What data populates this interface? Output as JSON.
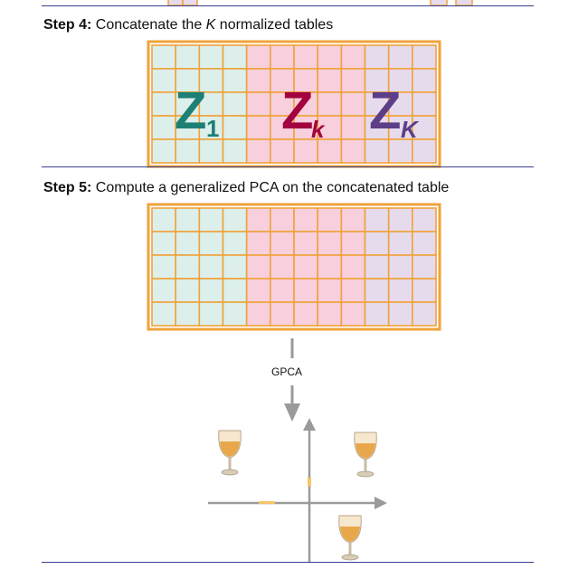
{
  "step4": {
    "label": "Step 4:",
    "text_before": "Concatenate the ",
    "italic": "K",
    "text_after": " normalized tables"
  },
  "step5": {
    "label": "Step 5:",
    "text": "Compute a generalized PCA on the concatenated table"
  },
  "matrix_labels": [
    {
      "letter": "Z",
      "sub": "1",
      "color": "#1e7f74"
    },
    {
      "letter": "Z",
      "sub": "k",
      "color": "#a3003f"
    },
    {
      "letter": "Z",
      "sub": "K",
      "color": "#5c3d87"
    }
  ],
  "arrow_label": "GPCA",
  "colors": {
    "frame": "#f0a23a",
    "block1": "#dcefeb",
    "block2": "#f7cfdd",
    "block3": "#e6dbec",
    "rule": "#3a3f8f",
    "arrow": "#9a9a9a"
  },
  "icons": [
    "wine-glass-icon",
    "wine-glass-icon",
    "wine-glass-icon"
  ]
}
